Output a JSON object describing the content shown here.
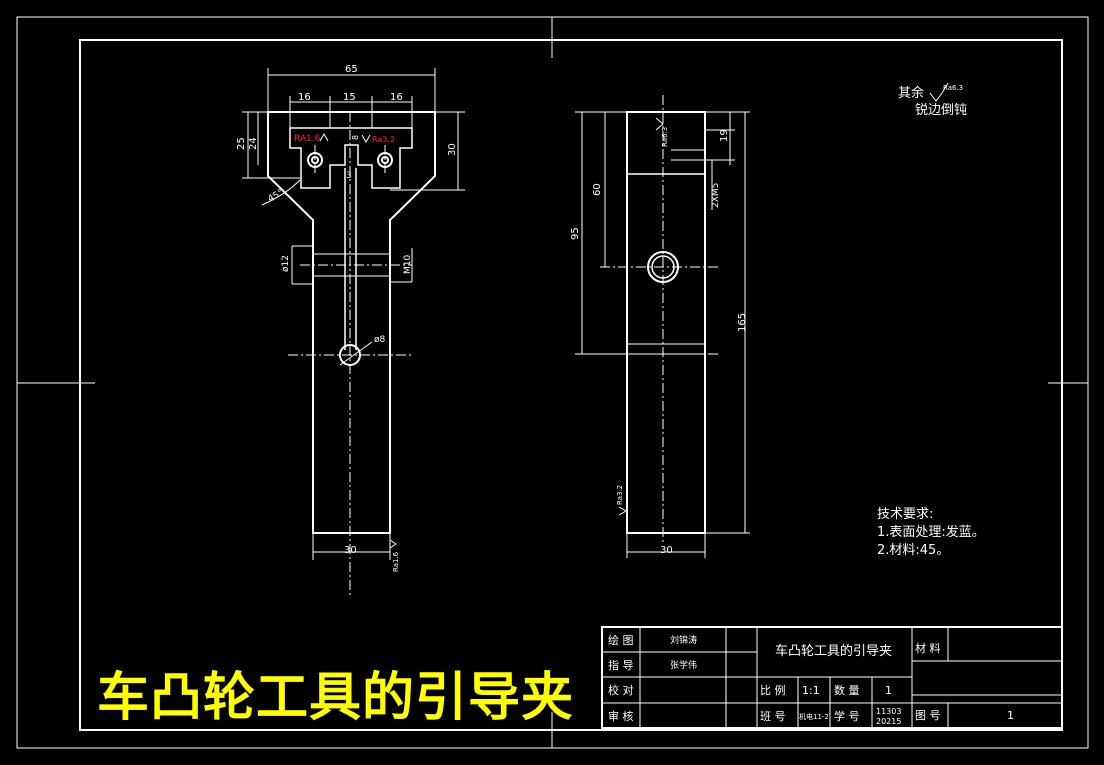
{
  "dimensions": {
    "front_width_total": "65",
    "front_slot_left": "16",
    "front_slot_mid": "15",
    "front_slot_right": "16",
    "front_h25": "25",
    "front_h24": "24",
    "front_h30": "30",
    "front_h8": "8",
    "front_angle": "45°",
    "front_slot_width": "3",
    "front_hole_dia": "ø12",
    "front_thread": "M10",
    "front_round_dia": "ø8",
    "front_bottom_width": "30",
    "side_h60": "60",
    "side_h95": "95",
    "side_h165": "165",
    "side_h19": "19",
    "side_thread": "2XM5",
    "side_bottom_width": "30"
  },
  "roughness": {
    "ra16": "RA1.6",
    "ra3_2": "Ra3.2",
    "ra6_3_top": "Ra6.3",
    "ra3_2_side": "Ra3.2",
    "ra1_6_bottom": "Ra1.6"
  },
  "notes": {
    "other_surfaces": "其余",
    "other_roughness": "Ra6.3",
    "deburr": "锐边倒钝",
    "tech_title": "技术要求:",
    "tech_item1": "1.表面处理:发蓝。",
    "tech_item2": "2.材料:45。"
  },
  "title_block": {
    "drawn_label": "绘 图",
    "drawn_name": "刘锦涛",
    "guide_label": "指 导",
    "guide_name": "张学伟",
    "check_label": "校 对",
    "approve_label": "审 核",
    "part_name": "车凸轮工具的引导夹",
    "material_label": "材 料",
    "scale_label": "比 例",
    "scale_value": "1:1",
    "qty_label": "数 量",
    "qty_value": "1",
    "class_label": "班 号",
    "class_value": "机电11-2",
    "student_label": "学 号",
    "student_value1": "11303",
    "student_value2": "20215",
    "drawing_no_label": "图 号",
    "drawing_no_value": "1"
  },
  "overlay_title": "车凸轮工具的引导夹",
  "colors": {
    "background": "#000000",
    "line": "#ffffff",
    "overlay_text": "#ffff00",
    "roughness_red": "#ff2020"
  }
}
